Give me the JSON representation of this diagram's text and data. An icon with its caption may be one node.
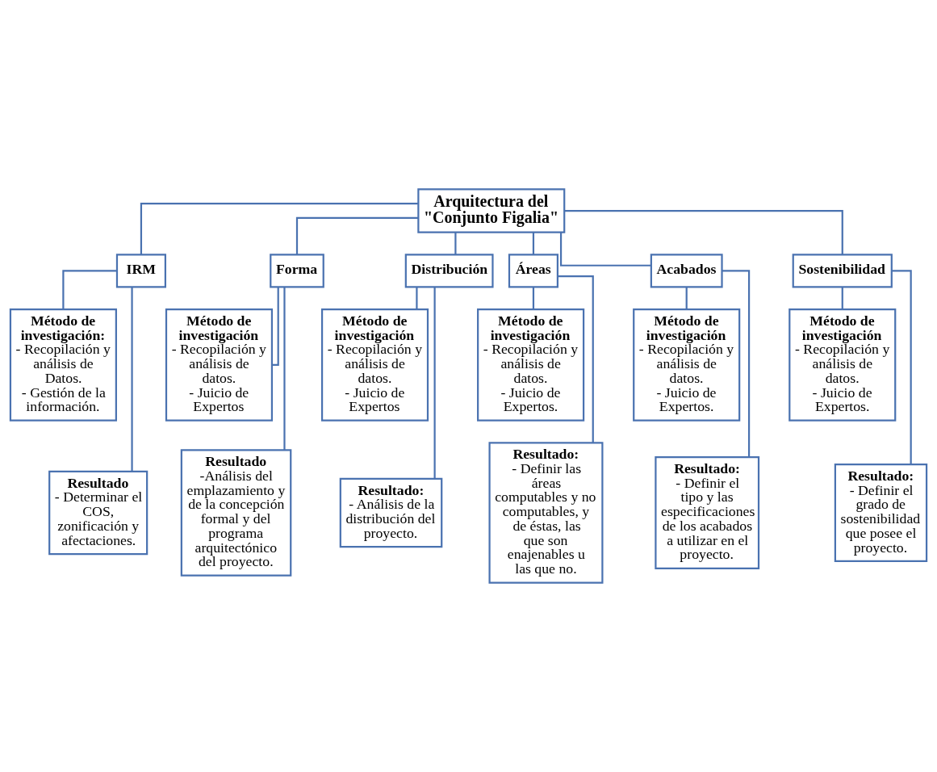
{
  "diagram": {
    "nodes": [
      {
        "text": [
          "Arquitectura del \"Conjunto Figalia\""
        ]
      },
      {
        "text": [
          "IRM"
        ]
      },
      {
        "text": [
          "Forma"
        ]
      },
      {
        "text": [
          "Distribución"
        ]
      },
      {
        "text": [
          "Áreas"
        ]
      },
      {
        "text": [
          "Acabados"
        ]
      },
      {
        "text": [
          "Sostenibilidad"
        ]
      },
      {
        "text": [
          "Método de investigación:",
          "- Recopilación y análisis de Datos.",
          "- Gestión de la información."
        ]
      },
      {
        "text": [
          "Método de investigación",
          "- Recopilación y análisis de datos.",
          "- Juicio de Expertos"
        ]
      },
      {
        "text": [
          "Método de investigación",
          "- Recopilación y análisis de datos.",
          "- Juicio de Expertos"
        ]
      },
      {
        "text": [
          "Método de investigación",
          "- Recopilación y análisis de datos.",
          "- Juicio de Expertos."
        ]
      },
      {
        "text": [
          "Método de investigación",
          "- Recopilación y análisis de datos.",
          "- Juicio de Expertos."
        ]
      },
      {
        "text": [
          "Método de investigación",
          "- Recopilación y análisis de datos.",
          "- Juicio de Expertos."
        ]
      },
      {
        "text": [
          "Resultado",
          "- Determinar el COS, zonificación y afectaciones."
        ]
      },
      {
        "text": [
          "Resultado",
          "-Análisis del emplazamiento y de la concepción formal y del programa arquitectónico del proyecto."
        ]
      },
      {
        "text": [
          "Resultado:",
          "- Análisis de la distribución del proyecto."
        ]
      },
      {
        "text": [
          "Resultado:",
          "- Definir las áreas computables y no computables, y de éstas, las que son enajenables u las que no."
        ]
      },
      {
        "text": [
          "Resultado:",
          "- Definir el tipo y las especificaciones de los acabados a utilizar en el proyecto."
        ]
      },
      {
        "text": [
          "Resultado:",
          "- Definir el grado de sostenibilidad que posee el proyecto."
        ]
      }
    ],
    "edges": [
      {
        "from": 0,
        "to": 1,
        "arrow": "none"
      },
      {
        "from": 0,
        "to": 2,
        "arrow": "none"
      },
      {
        "from": 0,
        "to": 3,
        "arrow": "none"
      },
      {
        "from": 0,
        "to": 4,
        "arrow": "none"
      },
      {
        "from": 0,
        "to": 5,
        "arrow": "none"
      },
      {
        "from": 0,
        "to": 6,
        "arrow": "none"
      },
      {
        "from": 1,
        "to": 7,
        "arrow": "none"
      },
      {
        "from": 1,
        "to": 13,
        "arrow": "none"
      },
      {
        "from": 2,
        "to": 8,
        "arrow": "none"
      },
      {
        "from": 2,
        "to": 14,
        "arrow": "none"
      },
      {
        "from": 3,
        "to": 9,
        "arrow": "none"
      },
      {
        "from": 3,
        "to": 15,
        "arrow": "none"
      },
      {
        "from": 4,
        "to": 10,
        "arrow": "none"
      },
      {
        "from": 4,
        "to": 16,
        "arrow": "none"
      },
      {
        "from": 5,
        "to": 11,
        "arrow": "none"
      },
      {
        "from": 5,
        "to": 17,
        "arrow": "none"
      },
      {
        "from": 6,
        "to": 12,
        "arrow": "none"
      },
      {
        "from": 6,
        "to": 18,
        "arrow": "none"
      }
    ]
  }
}
